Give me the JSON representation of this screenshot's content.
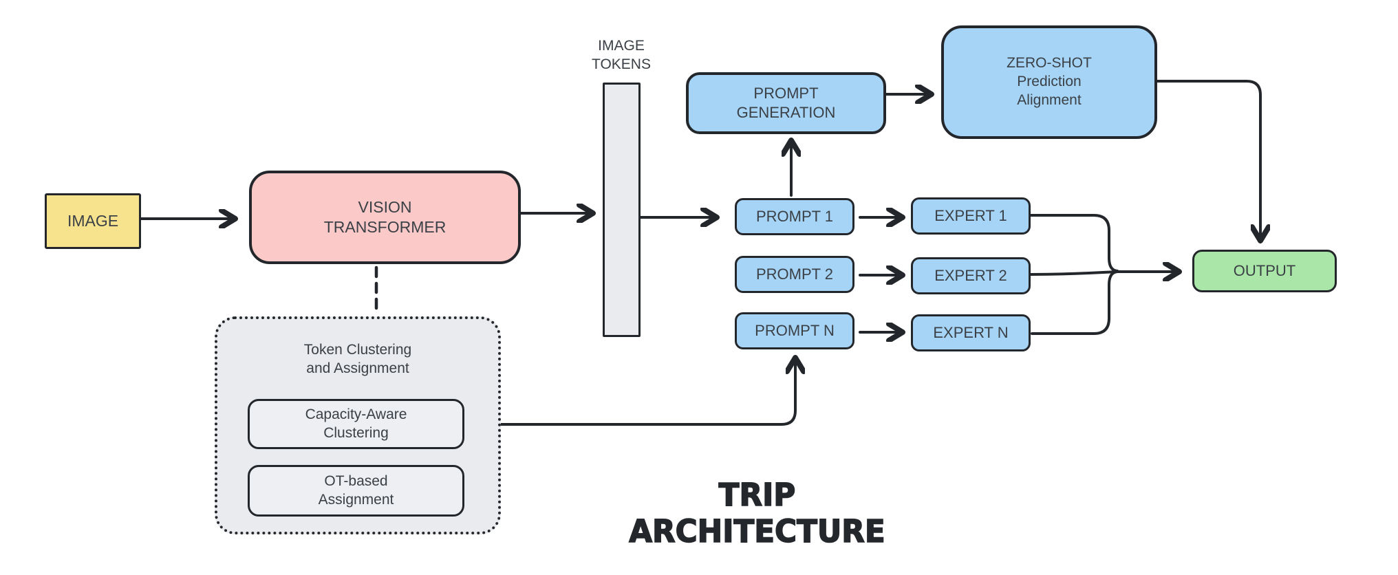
{
  "title": {
    "label": "TRIP ARCHITECTURE"
  },
  "colors": {
    "yellow": "#F7E38E",
    "pink": "#FAC9C8",
    "blue": "#A6D4F6",
    "green": "#A9E6A7",
    "gray_fill": "#E9EBEE",
    "inner_gray": "#EDEFF2",
    "line": "#23272B",
    "text": "#3A4046"
  },
  "nodes": {
    "image": {
      "label": "IMAGE"
    },
    "vision_transformer": {
      "label": "VISION\nTRANSFORMER"
    },
    "image_tokens": {
      "label": "IMAGE\nTOKENS"
    },
    "prompt_generation": {
      "label": "PROMPT\nGENERATION"
    },
    "zero_shot": {
      "label": "ZERO-SHOT\nPrediction\nAlignment"
    },
    "prompts": [
      {
        "label": "PROMPT 1"
      },
      {
        "label": "PROMPT 2"
      },
      {
        "label": "PROMPT N"
      }
    ],
    "experts": [
      {
        "label": "EXPERT 1"
      },
      {
        "label": "EXPERT 2"
      },
      {
        "label": "EXPERT N"
      }
    ],
    "output": {
      "label": "OUTPUT"
    },
    "token_clustering": {
      "label": "Token Clustering\nand Assignment"
    },
    "capacity_clustering": {
      "label": "Capacity-Aware\nClustering"
    },
    "ot_assignment": {
      "label": "OT-based\nAssignment"
    }
  }
}
